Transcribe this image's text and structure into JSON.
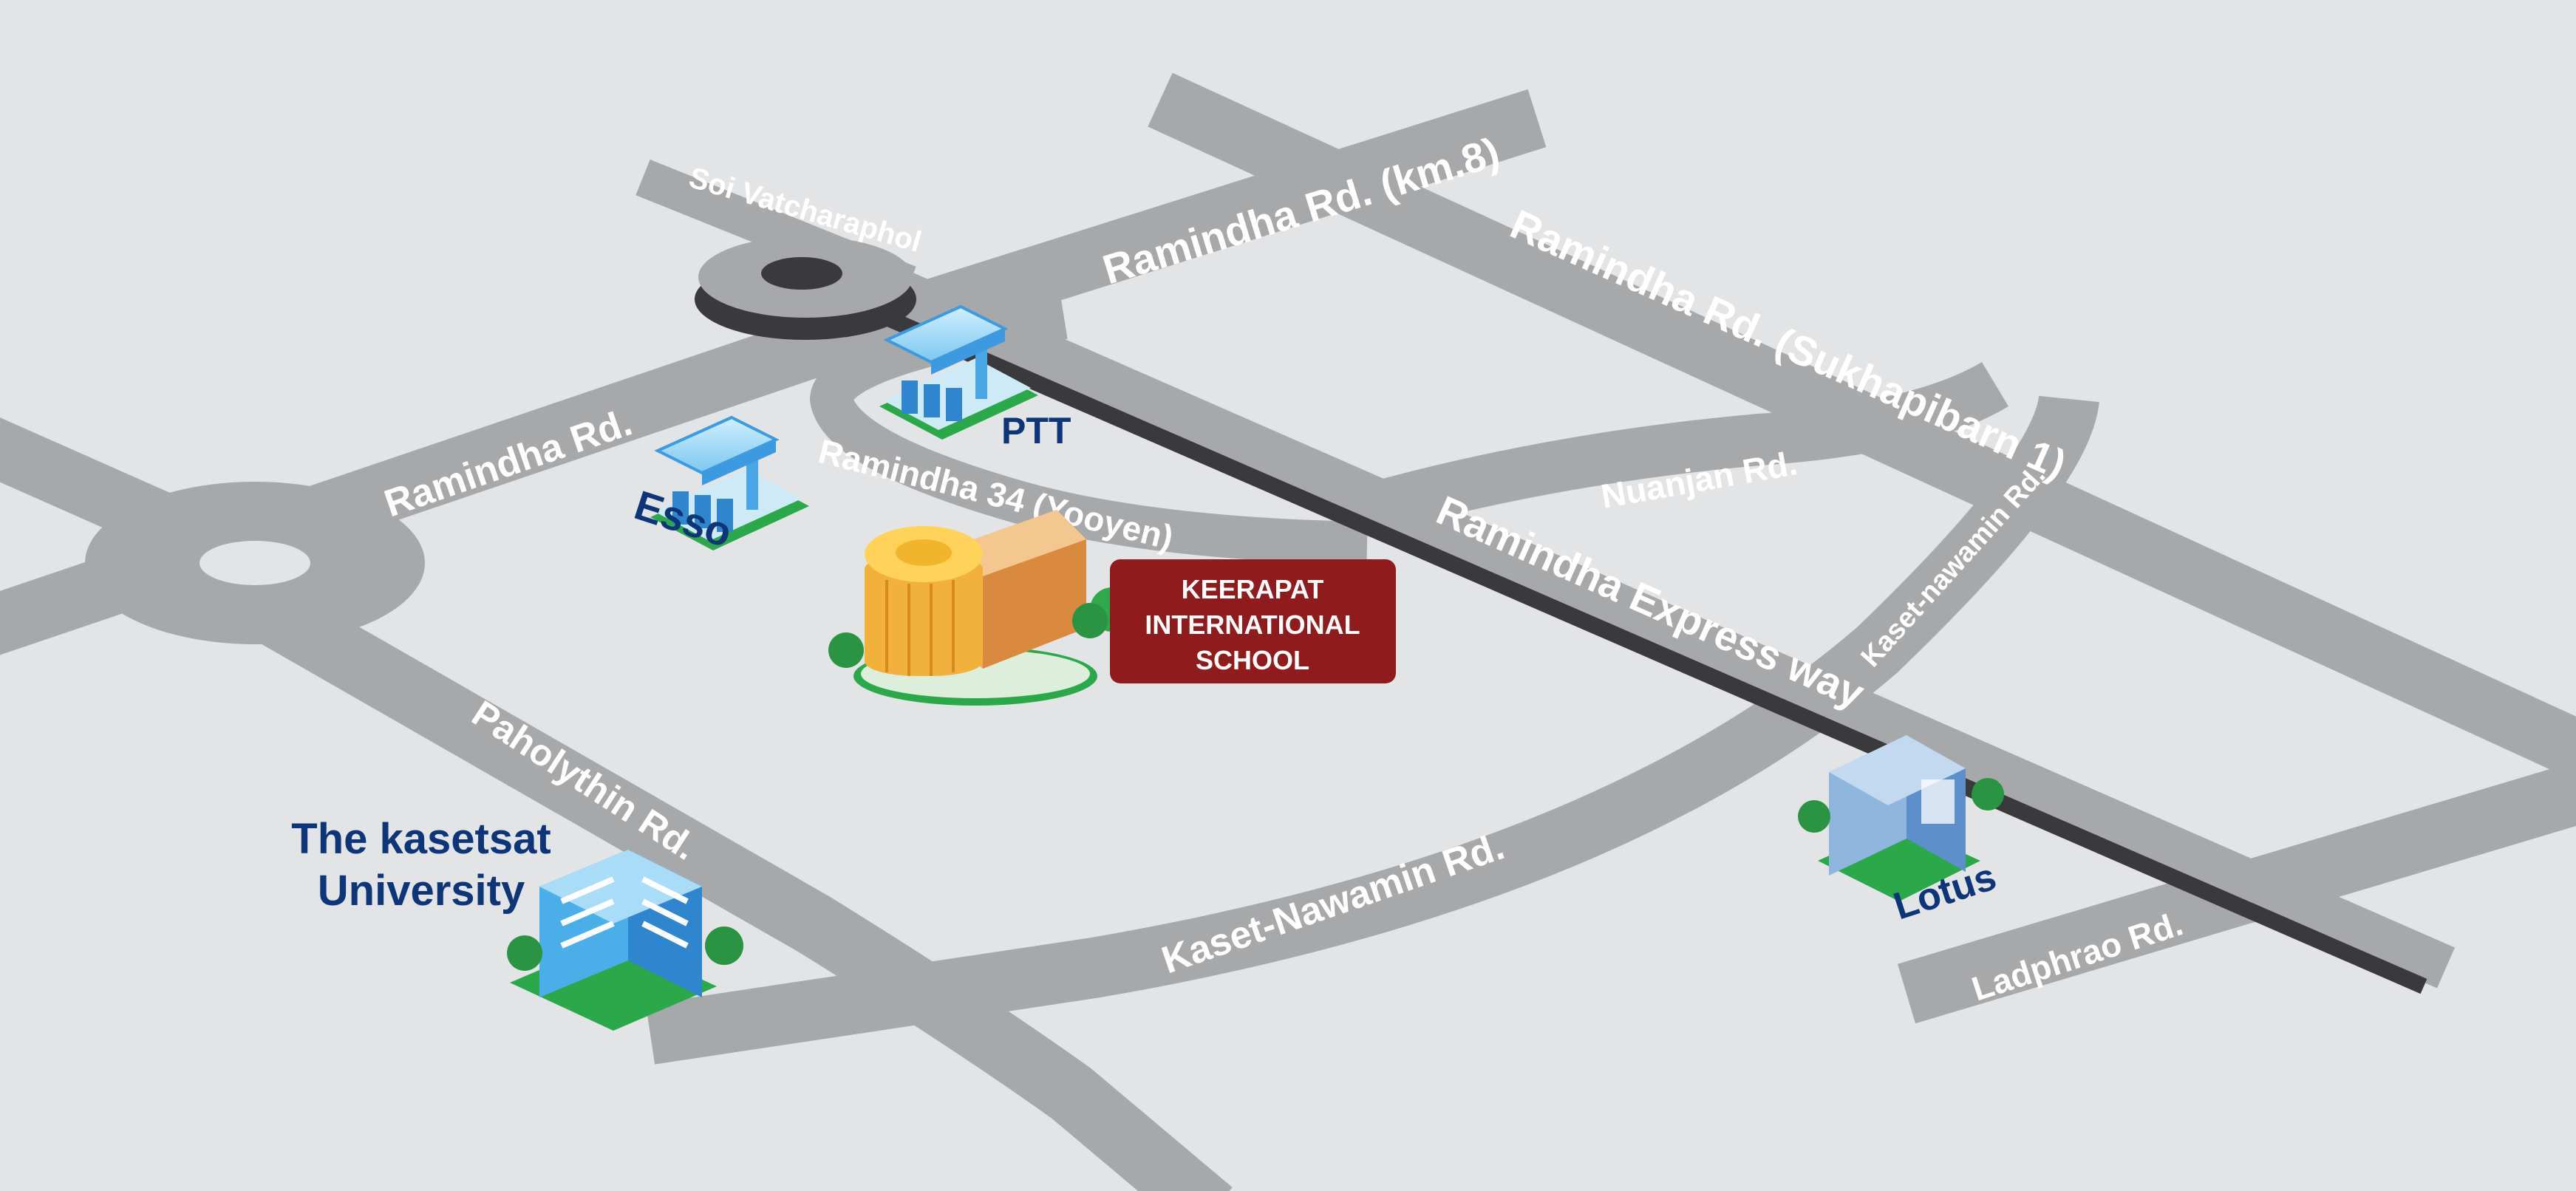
{
  "colors": {
    "background": "#e3e4e6",
    "road": "#a7a8aa",
    "expressway": "#3a3a3c",
    "road_label": "#ffffff",
    "place_label": "#0d3577",
    "school_sign": "#8f1b1d"
  },
  "roads": {
    "soi_vatcharaphol": "Soi Vatcharaphol",
    "ramindha_km8": "Ramindha Rd. (km.8)",
    "ramindha_sukhapibarn": "Ramindha Rd. (Sukhapibarn 1)",
    "ramindha": "Ramindha Rd.",
    "ramindha_34": "Ramindha 34 (Yooyen)",
    "nuanjan": "Nuanjan Rd.",
    "kaset_nawamin_north": "Kaset-nawamin Rd.",
    "ramindha_express": "Ramindha Express way",
    "paholythin": "Paholythin Rd.",
    "kaset_nawamin": "Kaset-Nawamin Rd.",
    "ladphrao": "Ladphrao Rd."
  },
  "places": {
    "ptt": "PTT",
    "esso": "Esso",
    "lotus": "Lotus",
    "university_line1": "The kasetsat",
    "university_line2": "University"
  },
  "icons": {
    "ptt": "gas-station-icon",
    "esso": "gas-station-icon",
    "lotus": "store-building-icon",
    "university": "university-building-icon",
    "school": "school-building-icon"
  },
  "school": {
    "line1": "KEERAPAT",
    "line2": "INTERNATIONAL",
    "line3": "SCHOOL"
  }
}
